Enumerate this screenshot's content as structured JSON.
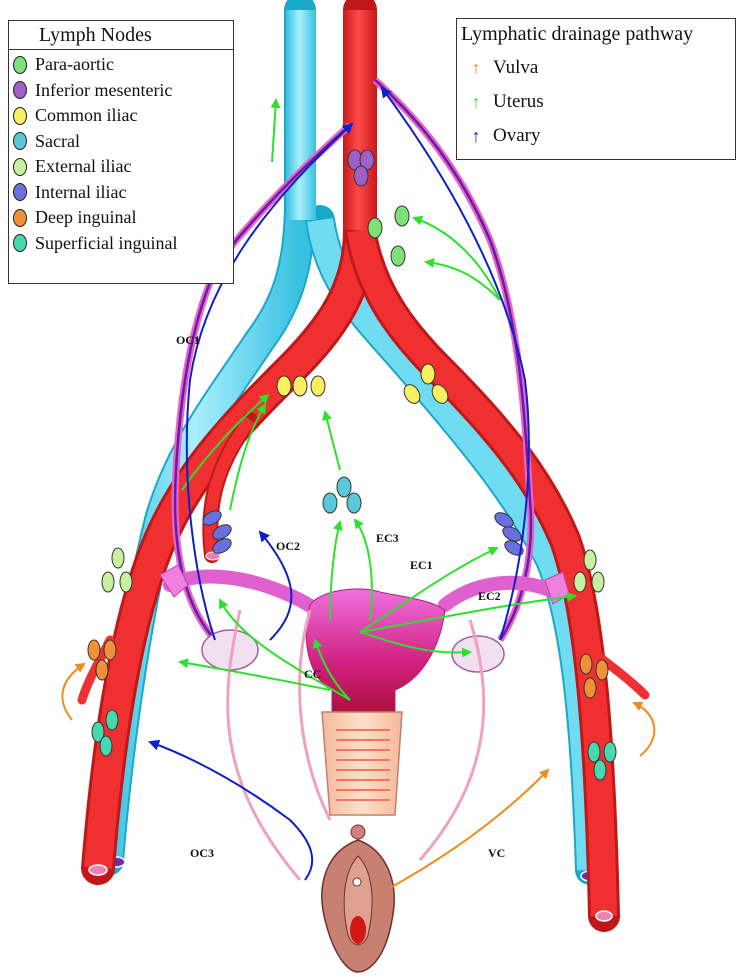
{
  "legend_nodes": {
    "title": "Lymph Nodes",
    "items": [
      {
        "label": "Para-aortic",
        "color": "#7fe07a"
      },
      {
        "label": "Inferior mesenteric",
        "color": "#a060c8"
      },
      {
        "label": "Common iliac",
        "color": "#f8f060"
      },
      {
        "label": "Sacral",
        "color": "#5ac8d8"
      },
      {
        "label": "External iliac",
        "color": "#c8f0a0"
      },
      {
        "label": "Internal iliac",
        "color": "#6a70e0"
      },
      {
        "label": "Deep inguinal",
        "color": "#f09038"
      },
      {
        "label": "Superficial inguinal",
        "color": "#48d8b0"
      }
    ]
  },
  "legend_pathways": {
    "title": "Lymphatic drainage pathway",
    "items": [
      {
        "label": "Vulva",
        "color": "#f08c1e",
        "icon": "arrow-up-icon"
      },
      {
        "label": "Uterus",
        "color": "#2ee02e",
        "icon": "arrow-up-icon"
      },
      {
        "label": "Ovary",
        "color": "#1020c8",
        "icon": "arrow-up-icon"
      }
    ]
  },
  "labels": {
    "oc1": "OC1",
    "oc2": "OC2",
    "oc3": "OC3",
    "ec1": "EC1",
    "ec2": "EC2",
    "ec3": "EC3",
    "cc": "CC",
    "vc": "VC"
  },
  "colors": {
    "artery": "#ee2b2b",
    "vein": "#56d6f0",
    "ovarian_vessel": "#a040d8",
    "uterus": "#e060d0",
    "vagina": "#f0a890",
    "vulva": "#c87868"
  }
}
